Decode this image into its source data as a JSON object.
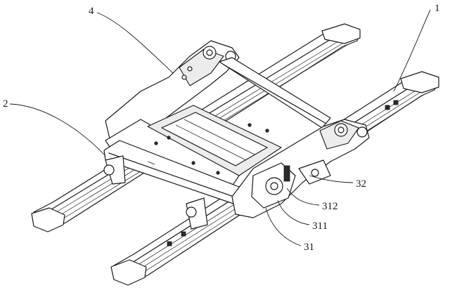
{
  "labels": {
    "ref_4": "4",
    "ref_1": "1",
    "ref_2": "2",
    "ref_32": "32",
    "ref_312": "312",
    "ref_311": "311",
    "ref_31": "31"
  }
}
